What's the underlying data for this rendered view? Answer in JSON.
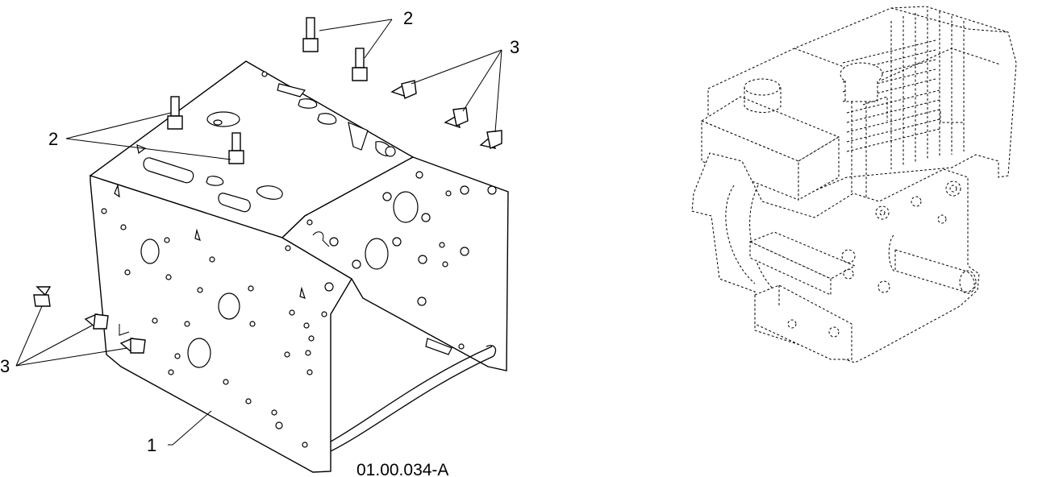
{
  "callouts": {
    "label_1": "1",
    "label_2_top": "2",
    "label_2_left": "2",
    "label_3_top": "3",
    "label_3_left": "3"
  },
  "reference_code": "01.00.034-A"
}
